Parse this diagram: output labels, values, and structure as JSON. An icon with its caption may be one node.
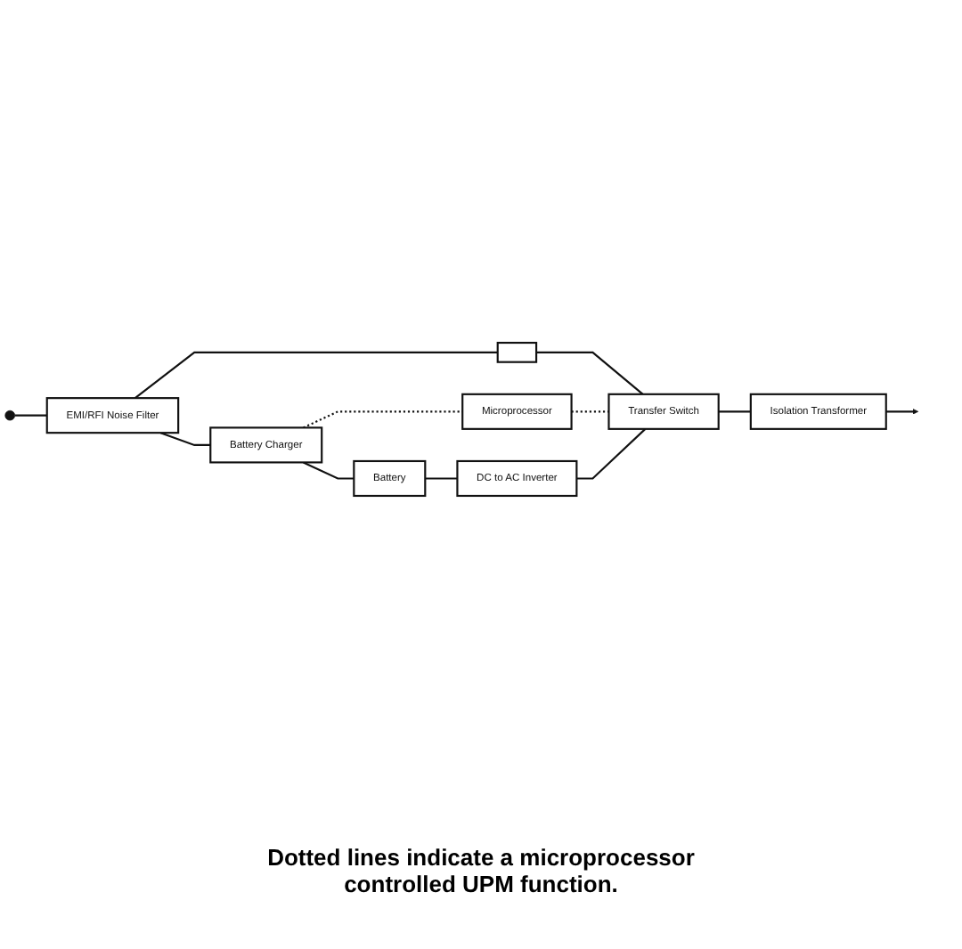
{
  "diagram": {
    "caption": "Dotted lines indicate a microprocessor controlled UPM function.",
    "nodes": [
      {
        "text": [],
        "shape": "picture"
      },
      {
        "text": [
          "EMI/RFI Noise Filter"
        ]
      },
      {
        "text": [],
        "shape": "box"
      },
      {
        "text": [
          "Isolation Transformer"
        ]
      },
      {
        "text": [
          "Battery Charger"
        ]
      },
      {
        "text": [
          "Microprocessor"
        ]
      },
      {
        "text": [
          "Battery"
        ]
      },
      {
        "text": [
          "DC to AC Inverter"
        ]
      },
      {
        "text": [
          "Transfer Switch"
        ]
      }
    ],
    "edges": [
      {
        "from": 0,
        "to": 1,
        "arrow": "none"
      },
      {
        "from": 1,
        "to": 2,
        "arrow": "none"
      },
      {
        "from": 1,
        "to": 4,
        "arrow": "none"
      },
      {
        "from": 4,
        "to": 5,
        "arrow": "none",
        "style": "dashed"
      },
      {
        "from": 5,
        "to": 8,
        "arrow": "none",
        "style": "dashed"
      },
      {
        "from": 4,
        "to": 6,
        "arrow": "none"
      },
      {
        "from": 6,
        "to": 7,
        "arrow": "none"
      },
      {
        "from": 2,
        "to": 8,
        "arrow": "none"
      },
      {
        "from": 7,
        "to": 8,
        "arrow": "none"
      },
      {
        "from": 8,
        "to": 3,
        "arrow": "none"
      },
      {
        "from": 3,
        "to": null,
        "arrow": "to"
      }
    ]
  }
}
